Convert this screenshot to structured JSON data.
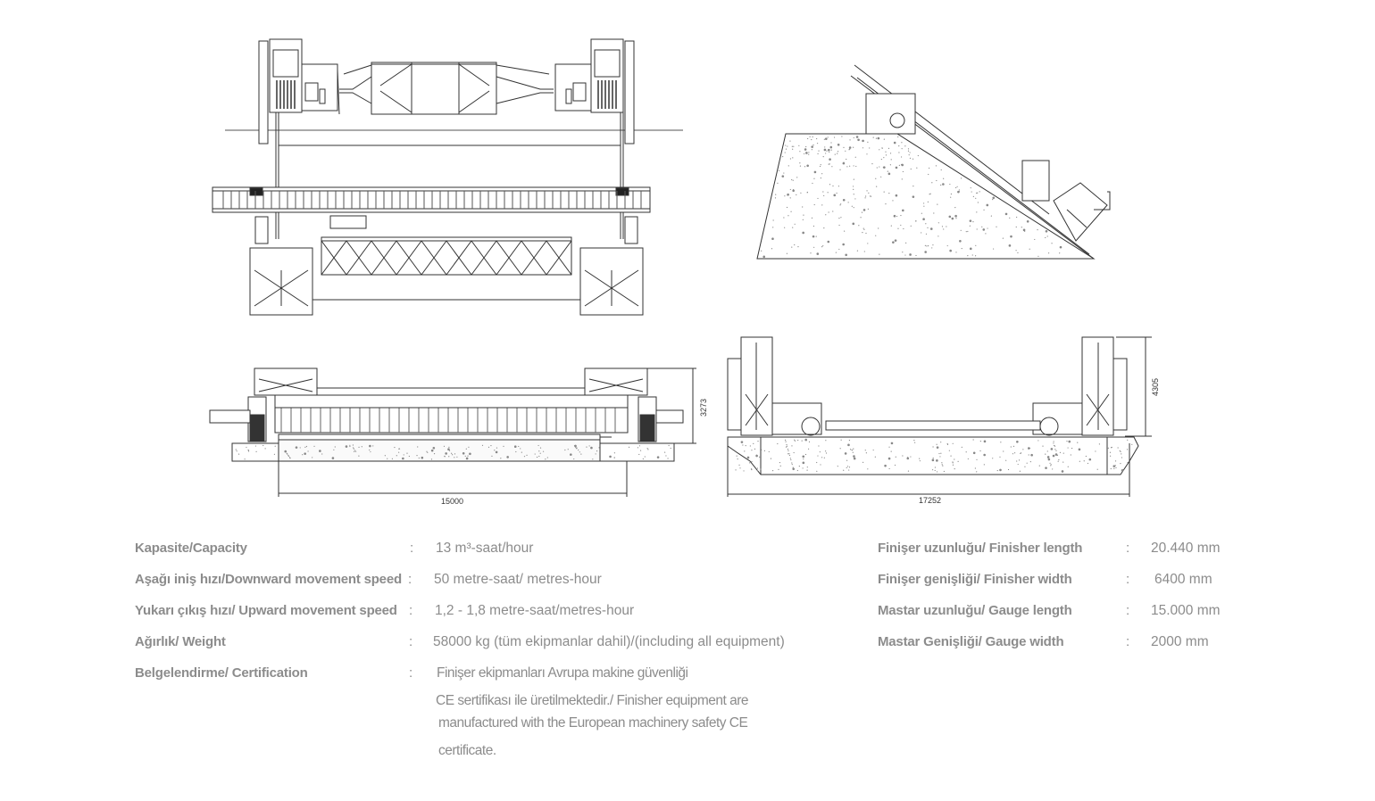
{
  "drawings": {
    "plan_view": {
      "label": "Finisher plan view"
    },
    "side_view": {
      "label": "Slope side view"
    },
    "front_view": {
      "label": "Front elevation",
      "dim_width": "15000",
      "dim_height": "3273"
    },
    "end_view": {
      "label": "End elevation",
      "dim_width": "17252",
      "dim_height": "4305"
    }
  },
  "specs_left": [
    {
      "label": "Kapasite/Capacity",
      "colon": ":",
      "value": "13 m³-saat/hour"
    },
    {
      "label": "Aşağı iniş hızı/Downward movement speed",
      "colon": ":",
      "value": "50 metre-saat/ metres-hour"
    },
    {
      "label": "Yukarı çıkış hızı/ Upward movement speed",
      "colon": ":",
      "value": "1,2 - 1,8 metre-saat/metres-hour"
    },
    {
      "label": "Ağırlık/ Weight",
      "colon": ":",
      "value": "58000 kg (tüm ekipmanlar dahil)/(including all equipment)"
    },
    {
      "label": "Belgelendirme/ Certification",
      "colon": ":",
      "value": "Finişer ekipmanları Avrupa makine güvenliği"
    }
  ],
  "certification_lines": [
    "CE sertifikası  ile  üretilmektedir./ Finisher equipment are",
    "manufactured with the European machinery safety CE",
    "certificate."
  ],
  "specs_right": [
    {
      "label": "Finişer uzunluğu/ Finisher length",
      "colon": ":",
      "value": "20.440 mm"
    },
    {
      "label": "Finişer genişliği/ Finisher width",
      "colon": ":",
      "value": "6400 mm"
    },
    {
      "label": "Mastar uzunluğu/ Gauge length",
      "colon": ":",
      "value": "15.000 mm"
    },
    {
      "label": "Mastar Genişliği/ Gauge width",
      "colon": ":",
      "value": "2000 mm"
    }
  ]
}
